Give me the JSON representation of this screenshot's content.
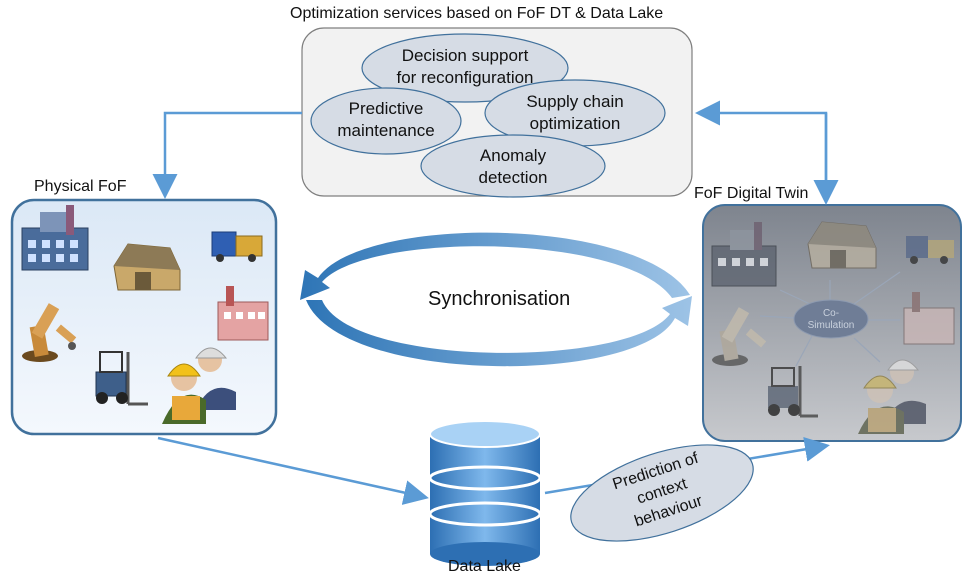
{
  "services_box": {
    "title": "Optimization services based on FoF DT & Data Lake",
    "ellipses": [
      {
        "line1": "Decision support",
        "line2": "for reconfiguration"
      },
      {
        "line1": "Predictive",
        "line2": "maintenance"
      },
      {
        "line1": "Supply chain",
        "line2": "optimization"
      },
      {
        "line1": "Anomaly",
        "line2": "detection"
      }
    ]
  },
  "physical": {
    "title": "Physical FoF"
  },
  "digital": {
    "title": "FoF Digital Twin",
    "cosim_line1": "Co-",
    "cosim_line2": "Simulation"
  },
  "sync": {
    "label": "Synchronisation"
  },
  "datalake": {
    "label": "Data Lake"
  },
  "prediction": {
    "line1": "Prediction of",
    "line2": "context",
    "line3": "behaviour"
  },
  "colors": {
    "arrow": "#5b9bd5",
    "box_border": "#41719c",
    "physical_fill": "#deeaf6",
    "digital_fill": "#8a8f98",
    "ellipse_fill": "#d6dce5",
    "services_fill": "#f2f2f2"
  },
  "icons": [
    "factory-icon",
    "warehouse-icon",
    "truck-icon",
    "robot-arm-icon",
    "forklift-icon",
    "workers-icon",
    "database-icon"
  ]
}
